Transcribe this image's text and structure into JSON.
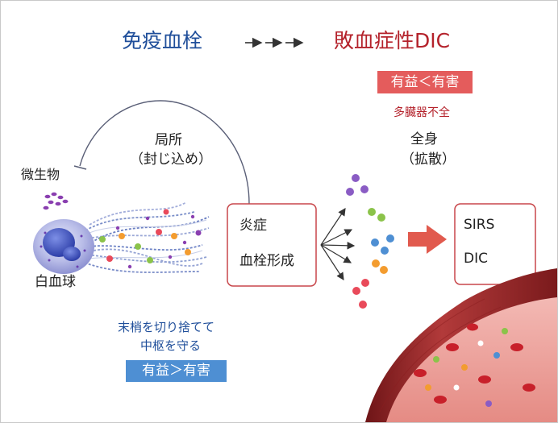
{
  "header": {
    "left_title": "免疫血栓",
    "right_title": "敗血症性DIC"
  },
  "right_side": {
    "balance_badge": "有益＜有害",
    "organ_failure": "多臓器不全",
    "scope_line1": "全身",
    "scope_line2": "（拡散）"
  },
  "left_side": {
    "scope_line1": "局所",
    "scope_line2": "（封じ込め）",
    "microbe_label": "微生物",
    "wbc_label": "白血球",
    "note_line1": "末梢を切り捨てて",
    "note_line2": "中枢を守る",
    "balance_badge": "有益＞有害"
  },
  "center_box": {
    "line1": "炎症",
    "line2": "血栓形成"
  },
  "result_box": {
    "line1": "SIRS",
    "line2": "DIC"
  },
  "colors": {
    "blue_accent": "#1f4e9a",
    "red_accent": "#b4222b",
    "badge_red": "#e45c5c",
    "badge_blue": "#4e8fd3",
    "arrow_fill": "#e15a4e",
    "box_border": "#c8474b"
  }
}
